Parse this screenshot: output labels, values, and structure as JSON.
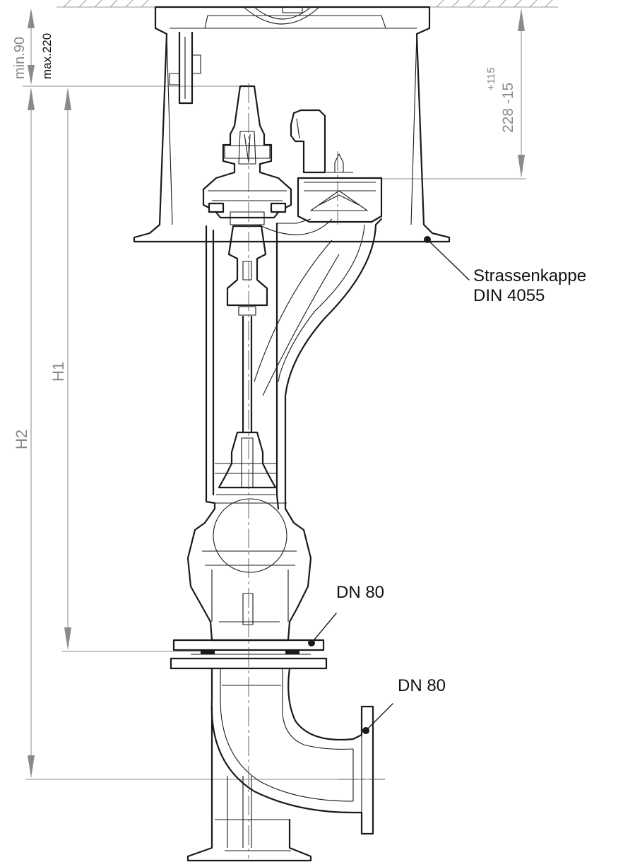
{
  "drawing": {
    "labels": {
      "road_cap_line1": "Strassenkappe",
      "road_cap_line2": "DIN 4055",
      "flange_upper": "DN 80",
      "flange_outlet": "DN 80"
    },
    "dimensions": {
      "cover_min": "min.90",
      "cover_max": "max.220",
      "cap_height": "228 -15",
      "cap_tolerance": "+115",
      "h1": "H1",
      "h2": "H2"
    }
  }
}
